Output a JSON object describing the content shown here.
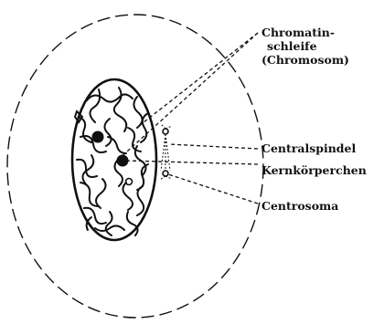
{
  "labels": {
    "chromatin_line1": "Chromatin-",
    "chromatin_line2": "schleife",
    "chromatin_line3": "(Chromosom)",
    "centralspindel": "Centralspindel",
    "kernkoerperchen": "Kernkörperchen",
    "centrosoma": "Centrosoma"
  },
  "colors": {
    "ink": "#111111",
    "background": "#ffffff"
  }
}
